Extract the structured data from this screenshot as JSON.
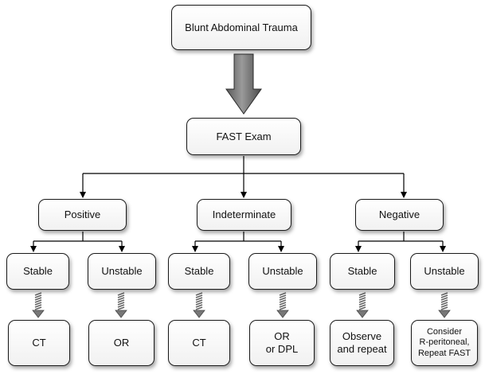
{
  "root": {
    "label": "Blunt Abdominal Trauma"
  },
  "exam": {
    "label": "FAST Exam"
  },
  "results": [
    {
      "label": "Positive"
    },
    {
      "label": "Indeterminate"
    },
    {
      "label": "Negative"
    }
  ],
  "status": [
    {
      "label": "Stable"
    },
    {
      "label": "Unstable"
    },
    {
      "label": "Stable"
    },
    {
      "label": "Unstable"
    },
    {
      "label": "Stable"
    },
    {
      "label": "Unstable"
    }
  ],
  "outcomes": [
    {
      "lines": [
        "CT"
      ]
    },
    {
      "lines": [
        "OR"
      ]
    },
    {
      "lines": [
        "CT"
      ]
    },
    {
      "lines": [
        "OR",
        "or DPL"
      ]
    },
    {
      "lines": [
        "Observe",
        "and repeat"
      ]
    },
    {
      "lines": [
        "Consider",
        "R-peritoneal,",
        "Repeat FAST"
      ]
    }
  ],
  "colors": {
    "border": "#1a1a1a",
    "arrow_fill": "#7a7a7a",
    "line": "#000000"
  }
}
